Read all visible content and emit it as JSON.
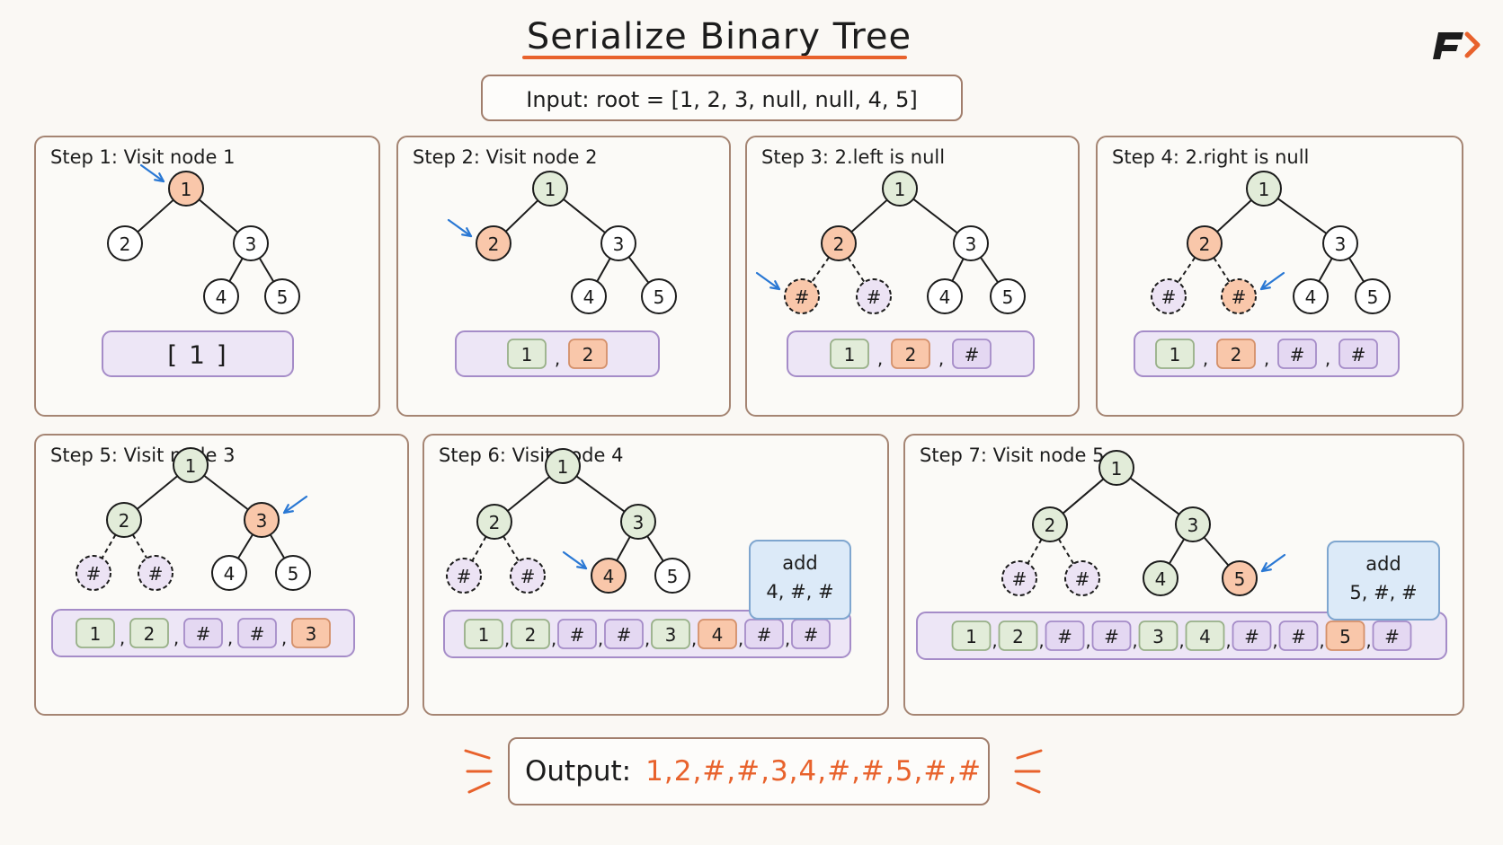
{
  "title": "Serialize Binary Tree",
  "input": "Input: root = [1, 2, 3, null, null, 4, 5]",
  "output": {
    "label": "Output:",
    "value": "1,2,#,#,3,4,#,#,5,#,#"
  },
  "colors": {
    "current_node": "#f9c7aa",
    "visited_node": "#e2ecd9",
    "null_node": "#ece3f4",
    "plain_node": "#ffffff",
    "accent": "#e8622c",
    "arrow": "#2a78d4",
    "list_bg": "#ede6f6"
  },
  "steps": [
    {
      "title": "Step 1: Visit node 1",
      "nodes": [
        {
          "id": "1",
          "label": "1",
          "state": "current"
        },
        {
          "id": "2",
          "label": "2",
          "state": "plain"
        },
        {
          "id": "3",
          "label": "3",
          "state": "plain"
        },
        {
          "id": "4",
          "label": "4",
          "state": "plain"
        },
        {
          "id": "5",
          "label": "5",
          "state": "plain"
        }
      ],
      "pointer": "1",
      "list_text": "[ 1 ]",
      "list": []
    },
    {
      "title": "Step 2: Visit node 2",
      "nodes": [
        {
          "id": "1",
          "label": "1",
          "state": "visited"
        },
        {
          "id": "2",
          "label": "2",
          "state": "current"
        },
        {
          "id": "3",
          "label": "3",
          "state": "plain"
        },
        {
          "id": "4",
          "label": "4",
          "state": "plain"
        },
        {
          "id": "5",
          "label": "5",
          "state": "plain"
        }
      ],
      "pointer": "2",
      "list": [
        {
          "label": "1",
          "state": "visited"
        },
        {
          "label": "2",
          "state": "current"
        }
      ]
    },
    {
      "title": "Step 3: 2.left is null",
      "nodes": [
        {
          "id": "1",
          "label": "1",
          "state": "visited"
        },
        {
          "id": "2",
          "label": "2",
          "state": "current"
        },
        {
          "id": "3",
          "label": "3",
          "state": "plain"
        },
        {
          "id": "2L",
          "label": "#",
          "state": "null-current"
        },
        {
          "id": "2R",
          "label": "#",
          "state": "null"
        },
        {
          "id": "4",
          "label": "4",
          "state": "plain"
        },
        {
          "id": "5",
          "label": "5",
          "state": "plain"
        }
      ],
      "pointer": "2L",
      "list": [
        {
          "label": "1",
          "state": "visited"
        },
        {
          "label": "2",
          "state": "current"
        },
        {
          "label": "#",
          "state": "null"
        }
      ]
    },
    {
      "title": "Step 4: 2.right is null",
      "nodes": [
        {
          "id": "1",
          "label": "1",
          "state": "visited"
        },
        {
          "id": "2",
          "label": "2",
          "state": "current"
        },
        {
          "id": "3",
          "label": "3",
          "state": "plain"
        },
        {
          "id": "2L",
          "label": "#",
          "state": "null"
        },
        {
          "id": "2R",
          "label": "#",
          "state": "null-current"
        },
        {
          "id": "4",
          "label": "4",
          "state": "plain"
        },
        {
          "id": "5",
          "label": "5",
          "state": "plain"
        }
      ],
      "pointer": "2R",
      "list": [
        {
          "label": "1",
          "state": "visited"
        },
        {
          "label": "2",
          "state": "current"
        },
        {
          "label": "#",
          "state": "null"
        },
        {
          "label": "#",
          "state": "null"
        }
      ]
    },
    {
      "title": "Step 5: Visit node 3",
      "nodes": [
        {
          "id": "1",
          "label": "1",
          "state": "visited"
        },
        {
          "id": "2",
          "label": "2",
          "state": "visited"
        },
        {
          "id": "3",
          "label": "3",
          "state": "current"
        },
        {
          "id": "2L",
          "label": "#",
          "state": "null"
        },
        {
          "id": "2R",
          "label": "#",
          "state": "null"
        },
        {
          "id": "4",
          "label": "4",
          "state": "plain"
        },
        {
          "id": "5",
          "label": "5",
          "state": "plain"
        }
      ],
      "pointer": "3",
      "list": [
        {
          "label": "1",
          "state": "visited"
        },
        {
          "label": "2",
          "state": "visited"
        },
        {
          "label": "#",
          "state": "null"
        },
        {
          "label": "#",
          "state": "null"
        },
        {
          "label": "3",
          "state": "current"
        }
      ]
    },
    {
      "title": "Step 6: Visit node 4",
      "nodes": [
        {
          "id": "1",
          "label": "1",
          "state": "visited"
        },
        {
          "id": "2",
          "label": "2",
          "state": "visited"
        },
        {
          "id": "3",
          "label": "3",
          "state": "visited"
        },
        {
          "id": "2L",
          "label": "#",
          "state": "null"
        },
        {
          "id": "2R",
          "label": "#",
          "state": "null"
        },
        {
          "id": "4",
          "label": "4",
          "state": "current"
        },
        {
          "id": "5",
          "label": "5",
          "state": "plain"
        }
      ],
      "pointer": "4",
      "note": [
        "add",
        "4, #, #"
      ],
      "list": [
        {
          "label": "1",
          "state": "visited"
        },
        {
          "label": "2",
          "state": "visited"
        },
        {
          "label": "#",
          "state": "null"
        },
        {
          "label": "#",
          "state": "null"
        },
        {
          "label": "3",
          "state": "visited"
        },
        {
          "label": "4",
          "state": "current"
        },
        {
          "label": "#",
          "state": "null"
        },
        {
          "label": "#",
          "state": "null"
        }
      ]
    },
    {
      "title": "Step 7: Visit node 5",
      "nodes": [
        {
          "id": "1",
          "label": "1",
          "state": "visited"
        },
        {
          "id": "2",
          "label": "2",
          "state": "visited"
        },
        {
          "id": "3",
          "label": "3",
          "state": "visited"
        },
        {
          "id": "2L",
          "label": "#",
          "state": "null"
        },
        {
          "id": "2R",
          "label": "#",
          "state": "null"
        },
        {
          "id": "4",
          "label": "4",
          "state": "visited"
        },
        {
          "id": "5",
          "label": "5",
          "state": "current"
        }
      ],
      "pointer": "5",
      "note": [
        "add",
        "5, #, #"
      ],
      "list": [
        {
          "label": "1",
          "state": "visited"
        },
        {
          "label": "2",
          "state": "visited"
        },
        {
          "label": "#",
          "state": "null"
        },
        {
          "label": "#",
          "state": "null"
        },
        {
          "label": "3",
          "state": "visited"
        },
        {
          "label": "4",
          "state": "visited"
        },
        {
          "label": "#",
          "state": "null"
        },
        {
          "label": "#",
          "state": "null"
        },
        {
          "label": "5",
          "state": "current"
        },
        {
          "label": "#",
          "state": "null"
        }
      ]
    }
  ]
}
